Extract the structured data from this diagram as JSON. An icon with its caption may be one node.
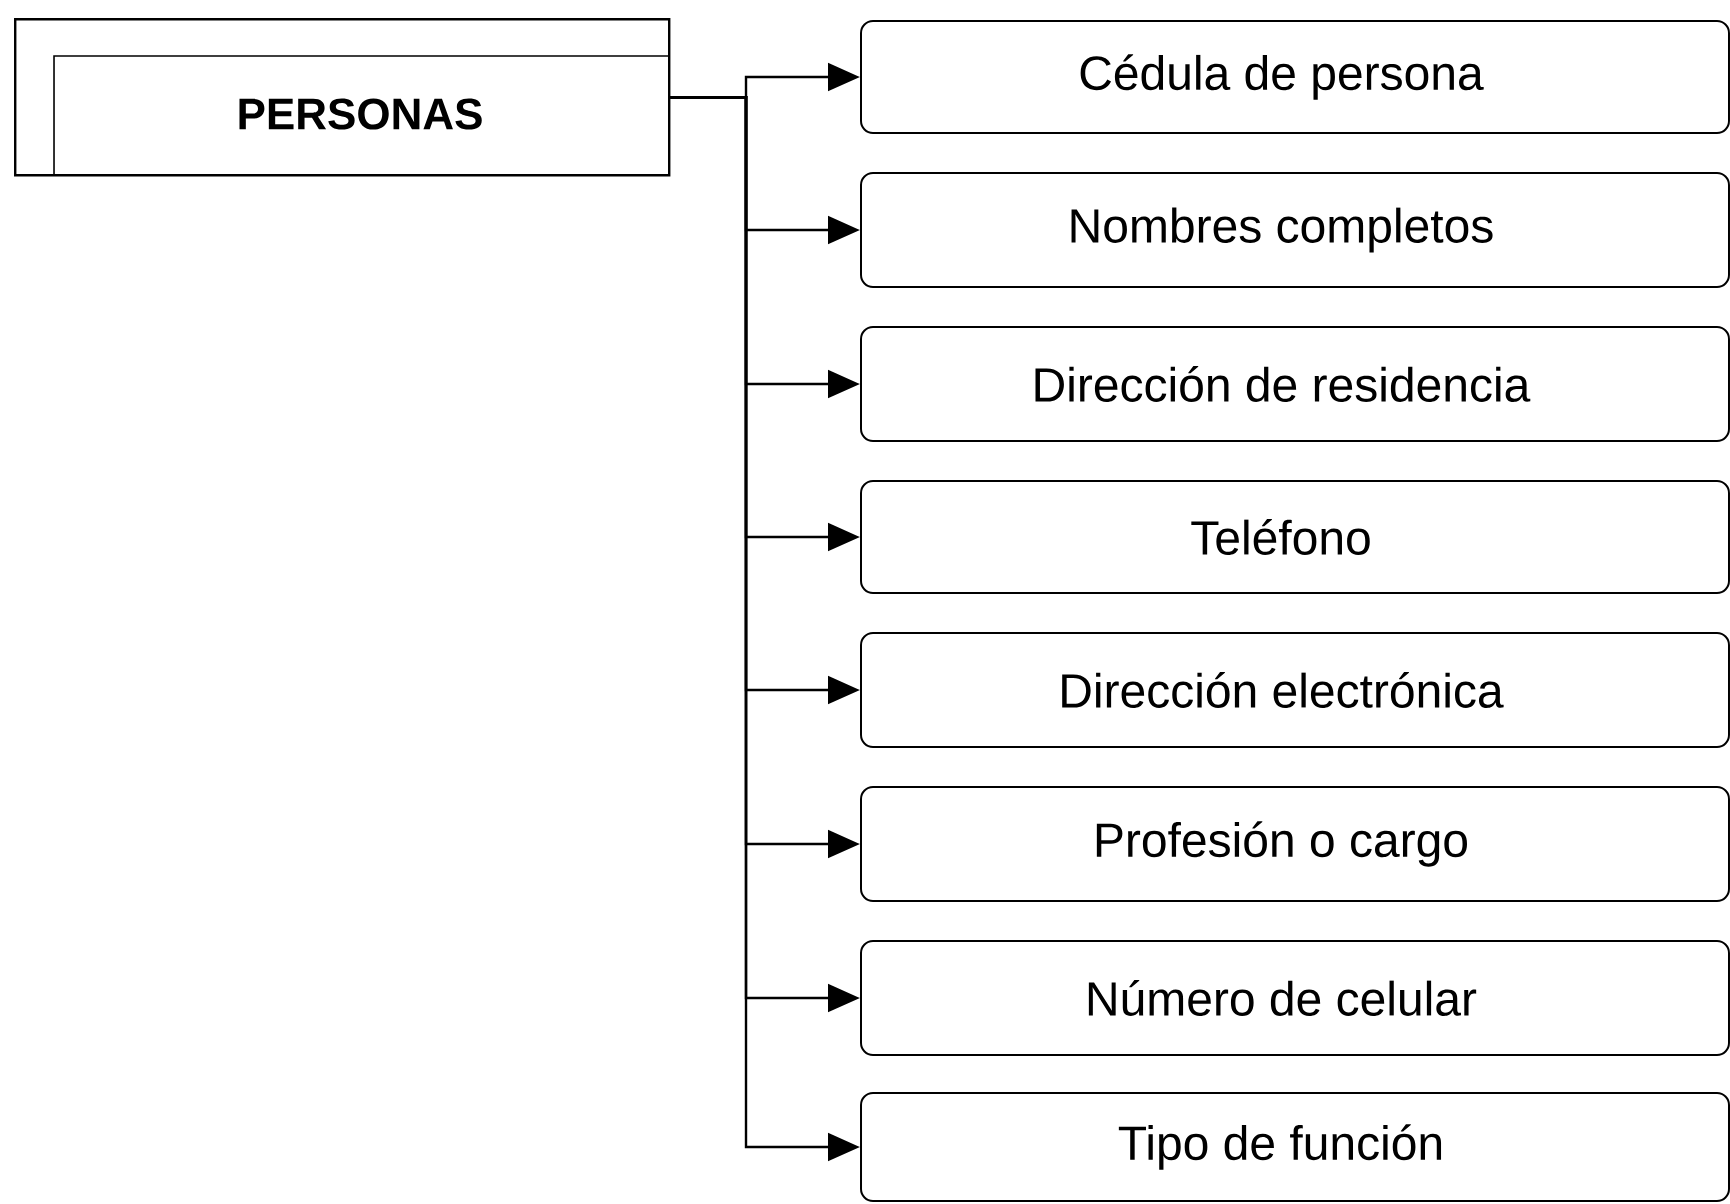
{
  "diagram": {
    "nodes": [
      {
        "text": [
          "PERSONAS"
        ]
      },
      {
        "text": [
          "Cédula de persona"
        ]
      },
      {
        "text": [
          "Nombres completos"
        ]
      },
      {
        "text": [
          "Dirección de residencia"
        ]
      },
      {
        "text": [
          "Teléfono"
        ]
      },
      {
        "text": [
          "Dirección electrónica"
        ]
      },
      {
        "text": [
          "Profesión o cargo"
        ]
      },
      {
        "text": [
          "Número de celular"
        ]
      },
      {
        "text": [
          "Tipo de función"
        ]
      }
    ],
    "edges": [
      {
        "from": 0,
        "to": 1,
        "arrow": "to"
      },
      {
        "from": 0,
        "to": 2,
        "arrow": "to"
      },
      {
        "from": 0,
        "to": 3,
        "arrow": "to"
      },
      {
        "from": 0,
        "to": 4,
        "arrow": "to"
      },
      {
        "from": 0,
        "to": 5,
        "arrow": "to"
      },
      {
        "from": 0,
        "to": 6,
        "arrow": "to"
      },
      {
        "from": 0,
        "to": 7,
        "arrow": "to"
      },
      {
        "from": 0,
        "to": 8,
        "arrow": "to"
      }
    ]
  }
}
